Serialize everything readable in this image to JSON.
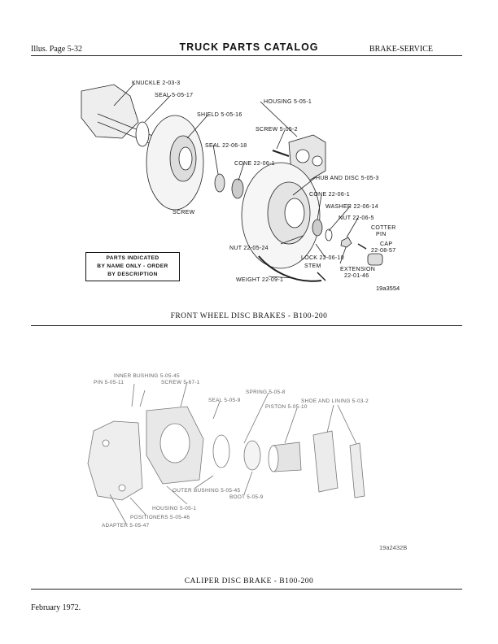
{
  "header": {
    "left": "Illus. Page 5-32",
    "title": "TRUCK PARTS CATALOG",
    "right": "BRAKE-SERVICE"
  },
  "figure1": {
    "labels": {
      "knuckle": "KNUCKLE 2-03-3",
      "seal1": "SEAL 5-05-17",
      "shield": "SHIELD 5-05-16",
      "housing": "HOUSING 5-05-1",
      "screw1": "SCREW 5-05-2",
      "seal2": "SEAL 22-06-18",
      "cone1": "CONE 22-06-1",
      "hub": "HUB AND DISC 5-05-3",
      "cone2": "CONE 22-06-1",
      "washer": "WASHER 22-06-14",
      "nut1": "NUT 22-06-5",
      "cotter1": "COTTER",
      "cotter2": "PIN",
      "cap1": "CAP",
      "cap2": "22-08-57",
      "screw2": "SCREW",
      "nut2": "NUT 22-05-24",
      "lock": "LOCK 22-06-10",
      "stem": "STEM",
      "ext1": "EXTENSION",
      "ext2": "22-01-46",
      "weight": "WEIGHT 22-09-1",
      "ref": "19a3554"
    },
    "notice": [
      "PARTS INDICATED",
      "BY NAME ONLY - ORDER",
      "BY DESCRIPTION"
    ],
    "caption": "FRONT WHEEL DISC BRAKES - B100-200"
  },
  "figure2": {
    "labels": {
      "inner": "INNER BUSHING 5-05-45",
      "pin": "PIN 5-05-11",
      "screw": "SCREW 5-67-1",
      "spring": "SPRING 5-05-8",
      "seal": "SEAL 5-05-9",
      "shoe": "SHOE AND LINING 5-03-2",
      "piston": "PISTON 5-05-10",
      "outer": "OUTER BUSHING 5-05-45",
      "boot": "BOOT 5-05-9",
      "housing": "HOUSING 5-05-1",
      "positioners": "POSITIONERS 5-05-46",
      "adapter": "ADAPTER 5-05-47",
      "ref": "19a2432B"
    },
    "caption": "CALIPER DISC BRAKE - B100-200"
  },
  "footer": "February 1972."
}
